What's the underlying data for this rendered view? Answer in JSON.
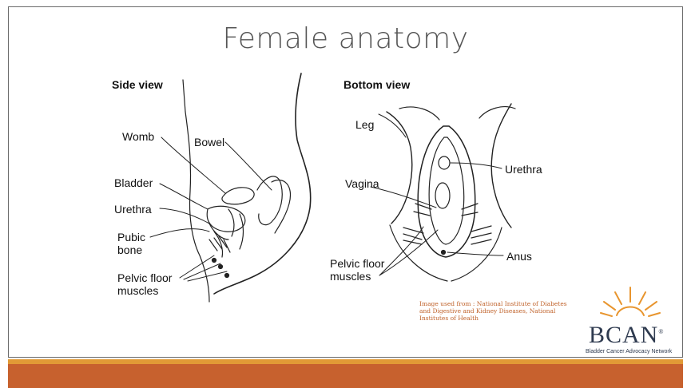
{
  "slide": {
    "title": "Female anatomy"
  },
  "side_view": {
    "heading": "Side view",
    "labels": {
      "womb": "Womb",
      "bowel": "Bowel",
      "bladder": "Bladder",
      "urethra": "Urethra",
      "pubic_bone_line1": "Pubic",
      "pubic_bone_line2": "bone",
      "pelvic_line1": "Pelvic floor",
      "pelvic_line2": "muscles"
    }
  },
  "bottom_view": {
    "heading": "Bottom view",
    "labels": {
      "leg": "Leg",
      "urethra": "Urethra",
      "vagina": "Vagina",
      "anus": "Anus",
      "pelvic_line1": "Pelvic floor",
      "pelvic_line2": "muscles"
    }
  },
  "credit": {
    "line1": "Image used from : National Institute of Diabetes",
    "line2": "and Digestive and Kidney Diseases, National",
    "line3": "Institutes of Health"
  },
  "logo": {
    "name": "BCAN",
    "tagline": "Bladder Cancer Advocacy Network"
  },
  "colors": {
    "footer": "#c7612e",
    "footer_accent": "#e19a36",
    "credit_text": "#c0622a",
    "logo_text": "#2e3a4f"
  }
}
